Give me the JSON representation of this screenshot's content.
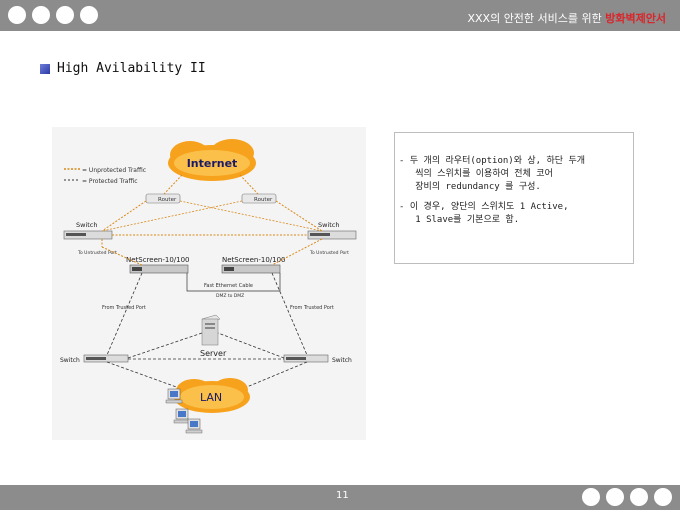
{
  "header": {
    "title_prefix": "XXX의 안전한 서비스를 위한 ",
    "title_accent": "방화벽제안서"
  },
  "slide": {
    "title": "High Avilability II"
  },
  "diagram": {
    "internet": "Internet",
    "legend_unprotected": "= Unprotected Traffic",
    "legend_protected": "= Protected Traffic",
    "router_left": "Router",
    "router_right": "Router",
    "switch_top_left": "Switch",
    "switch_top_right": "Switch",
    "untrusted_left": "To Untrusted Port",
    "untrusted_right": "To Untrusted Port",
    "netscreen_left": "NetScreen-10/100",
    "netscreen_right": "NetScreen-10/100",
    "fast_ethernet": "Fast Ethernet Cable",
    "dmz_label": "DMZ to DMZ",
    "trusted_left": "From Trusted Port",
    "trusted_right": "From Trusted Port",
    "server": "Server",
    "switch_bottom_left": "Switch",
    "switch_bottom_right": "Switch",
    "lan": "LAN"
  },
  "note": {
    "line1": "- 두 개의 라우터(option)와 상, 하단 두개",
    "line2": "   씩의 스위치를 이용하여 전체 코어",
    "line3": "   장비의 redundancy 를 구성.",
    "line4": "- 이 경우, 양단의 스위치도 1 Active,",
    "line5": "   1 Slave를 기본으로 함."
  },
  "footer": {
    "page_number": "11"
  }
}
